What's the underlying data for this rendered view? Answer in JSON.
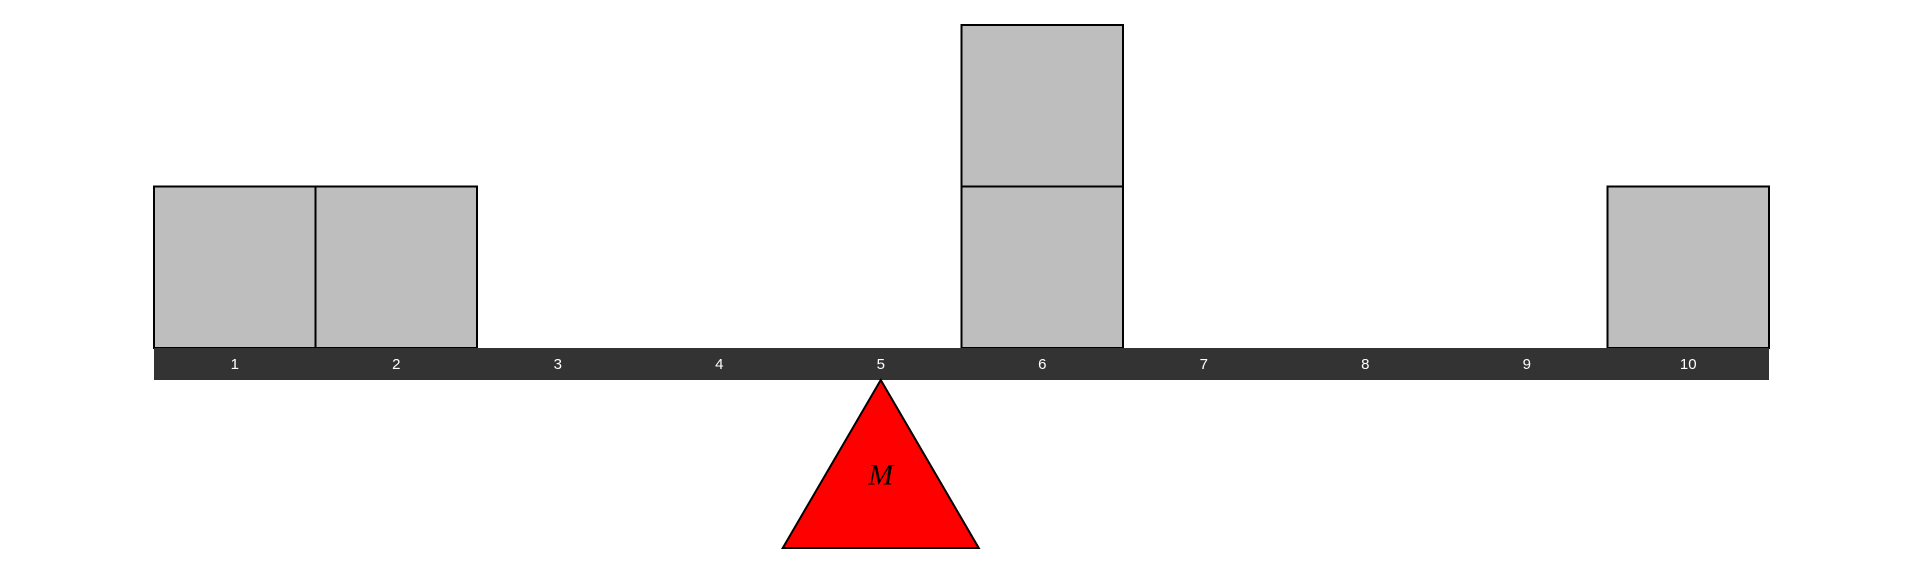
{
  "balance": {
    "positions": [
      1,
      2,
      3,
      4,
      5,
      6,
      7,
      8,
      9,
      10
    ],
    "position_labels": [
      "1",
      "2",
      "3",
      "4",
      "5",
      "6",
      "7",
      "8",
      "9",
      "10"
    ],
    "stacks": [
      {
        "position": 1,
        "count": 1
      },
      {
        "position": 2,
        "count": 1
      },
      {
        "position": 6,
        "count": 2
      },
      {
        "position": 10,
        "count": 1
      }
    ],
    "fulcrum": {
      "position": 5,
      "label": "M"
    }
  },
  "colors": {
    "beam": "#333333",
    "beam_label": "#ffffff",
    "block_fill": "#bebebe",
    "block_stroke": "#000000",
    "fulcrum_fill": "#ff0000",
    "fulcrum_stroke": "#000000"
  }
}
